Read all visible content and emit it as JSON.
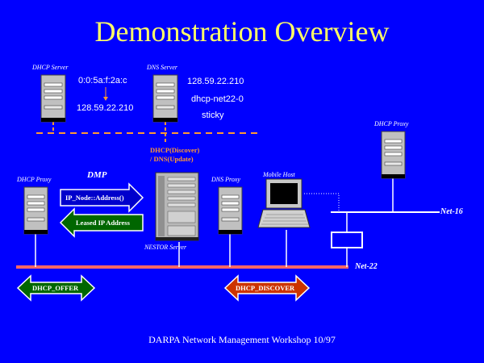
{
  "title": "Demonstration Overview",
  "footer": "DARPA Network Management Workshop 10/97",
  "nodes": {
    "dhcp_server": "DHCP Server",
    "dns_server": "DNS Server",
    "dhcp_proxy_left": "DHCP Proxy",
    "dhcp_proxy_right": "DHCP Proxy",
    "dns_proxy": "DNS Proxy",
    "mobile_host": "Mobile Host",
    "nestor_server": "NESTOR Server"
  },
  "dhcp_server_info": {
    "mac": "0:0:5a:f:2a:c",
    "ip": "128.59.22.210"
  },
  "dns_server_info": {
    "ip": "128.59.22.210",
    "hostname": "dhcp-net22-0",
    "sticky": "sticky"
  },
  "dhcp_message": {
    "line1": "DHCP(Discover)",
    "line2": "/ DNS(Update)"
  },
  "dmp": "DMP",
  "arrows": {
    "ip_node": "IP_Node::Address()",
    "leased_ip": "Leased IP Address",
    "dhcp_offer": "DHCP_OFFER",
    "dhcp_discover": "DHCP_DISCOVER"
  },
  "networks": {
    "net16": "Net-16",
    "net22": "Net-22"
  },
  "colors": {
    "background": "#0000ff",
    "title": "#ffff66",
    "net22_line": "#ff6666",
    "ip_node_arrow": "#0000cc",
    "leased_arrow": "#006600",
    "offer_arrow": "#006600",
    "discover_arrow": "#cc3300",
    "orange_text": "#ff9933"
  }
}
